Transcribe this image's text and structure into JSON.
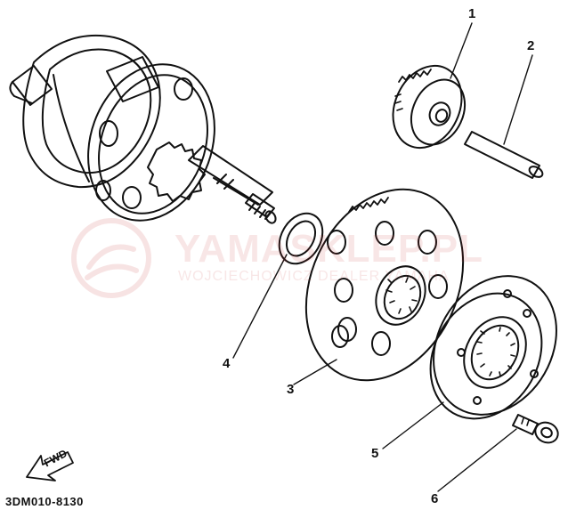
{
  "callouts": {
    "p1": "1",
    "p2": "2",
    "p3": "3",
    "p4": "4",
    "p5": "5",
    "p6": "6"
  },
  "diagram_code": "3DM010-8130",
  "fwd_label": "FWD",
  "watermark": {
    "title": "YAMASKLEP.PL",
    "subtitle": "WOJCIECHOWICZ DEALER YAMAHA"
  },
  "colors": {
    "line": "#111111",
    "watermark": "#c83c3c"
  }
}
